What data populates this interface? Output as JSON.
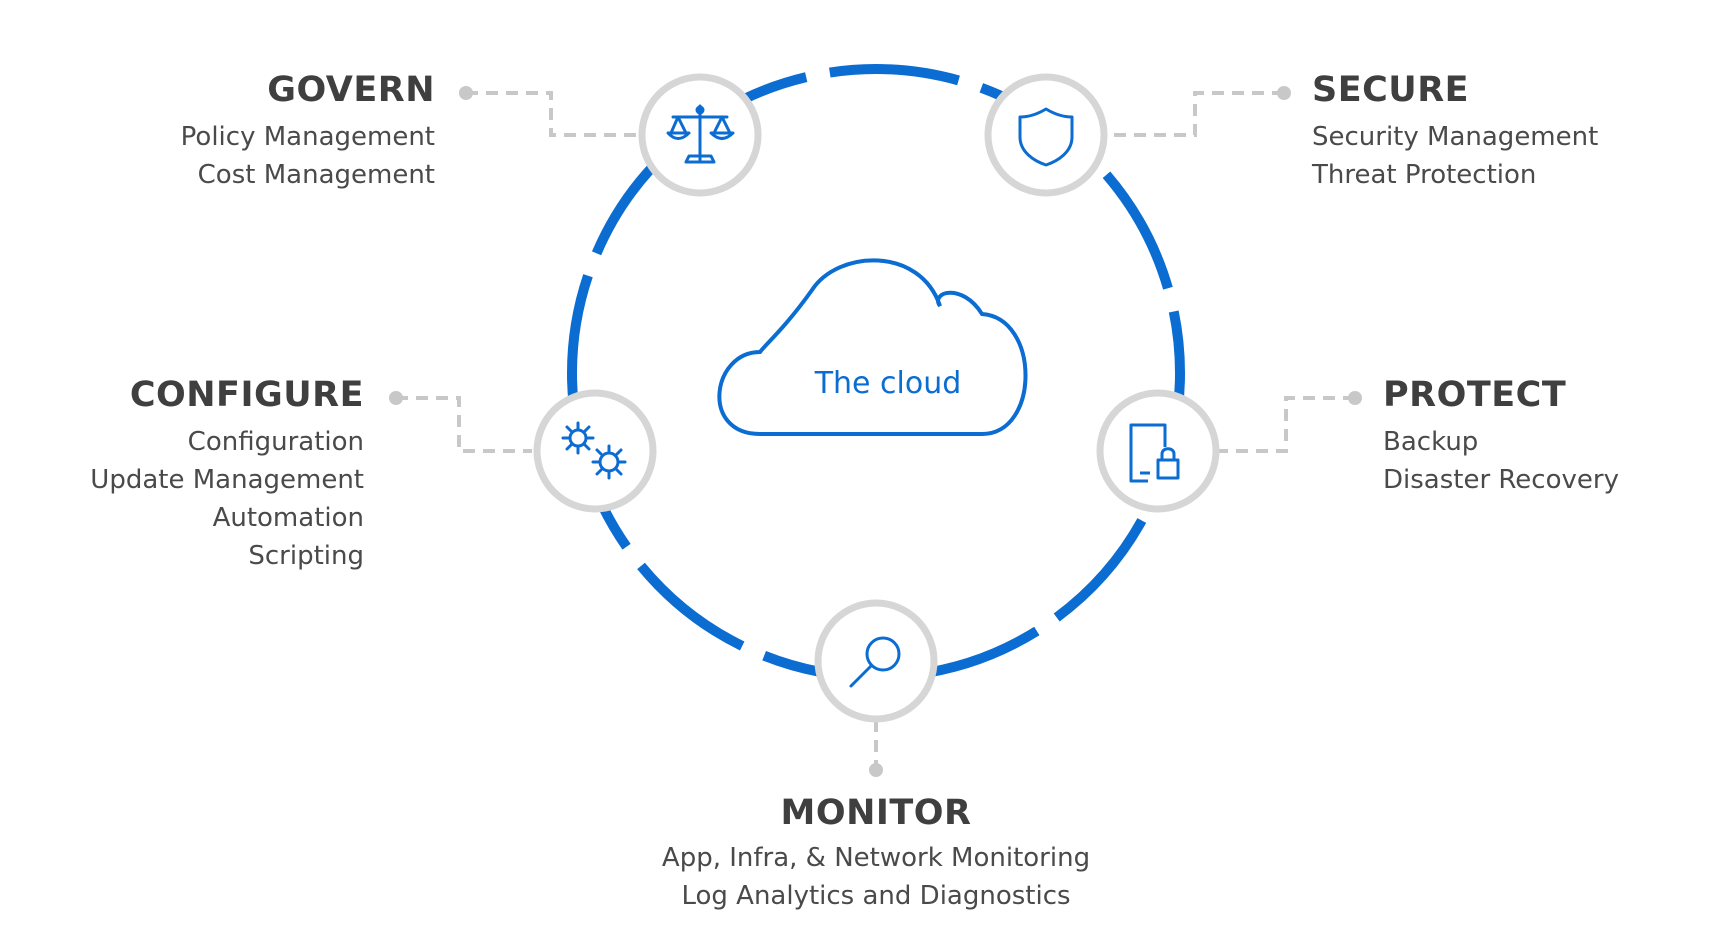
{
  "center": {
    "label": "The cloud"
  },
  "colors": {
    "accent": "#0b6cd1",
    "ring_node_border": "#d6d6d6",
    "connector": "#c8c8c8",
    "heading": "#3f3f3f",
    "text": "#4a4a4a"
  },
  "sections": {
    "govern": {
      "title": "GOVERN",
      "icon": "scales-icon",
      "items": [
        "Policy Management",
        "Cost Management"
      ]
    },
    "secure": {
      "title": "SECURE",
      "icon": "shield-icon",
      "items": [
        "Security Management",
        "Threat Protection"
      ]
    },
    "configure": {
      "title": "CONFIGURE",
      "icon": "gears-icon",
      "items": [
        "Configuration",
        "Update Management",
        "Automation",
        "Scripting"
      ]
    },
    "protect": {
      "title": "PROTECT",
      "icon": "device-lock-icon",
      "items": [
        "Backup",
        "Disaster Recovery"
      ]
    },
    "monitor": {
      "title": "MONITOR",
      "icon": "magnifier-icon",
      "items": [
        "App, Infra, & Network Monitoring",
        "Log Analytics and Diagnostics"
      ]
    }
  }
}
